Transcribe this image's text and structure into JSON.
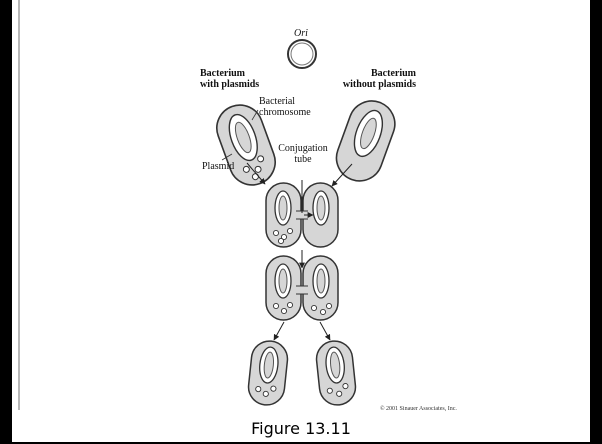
{
  "figure": {
    "caption": "Figure 13.11",
    "copyright": "© 2001 Sinauer Associates, Inc.",
    "labels": {
      "ori": "Ori",
      "donor_line1": "Bacterium",
      "donor_line2": "with plasmids",
      "recipient_line1": "Bacterium",
      "recipient_line2": "without plasmids",
      "chromosome_line1": "Bacterial",
      "chromosome_line2": "chromosome",
      "plasmid": "Plasmid",
      "tube_line1": "Conjugation",
      "tube_line2": "tube"
    }
  },
  "colors": {
    "cell_fill": "#d6d6d6",
    "cell_stroke": "#333333",
    "plasmid_fill": "#ffffff"
  }
}
